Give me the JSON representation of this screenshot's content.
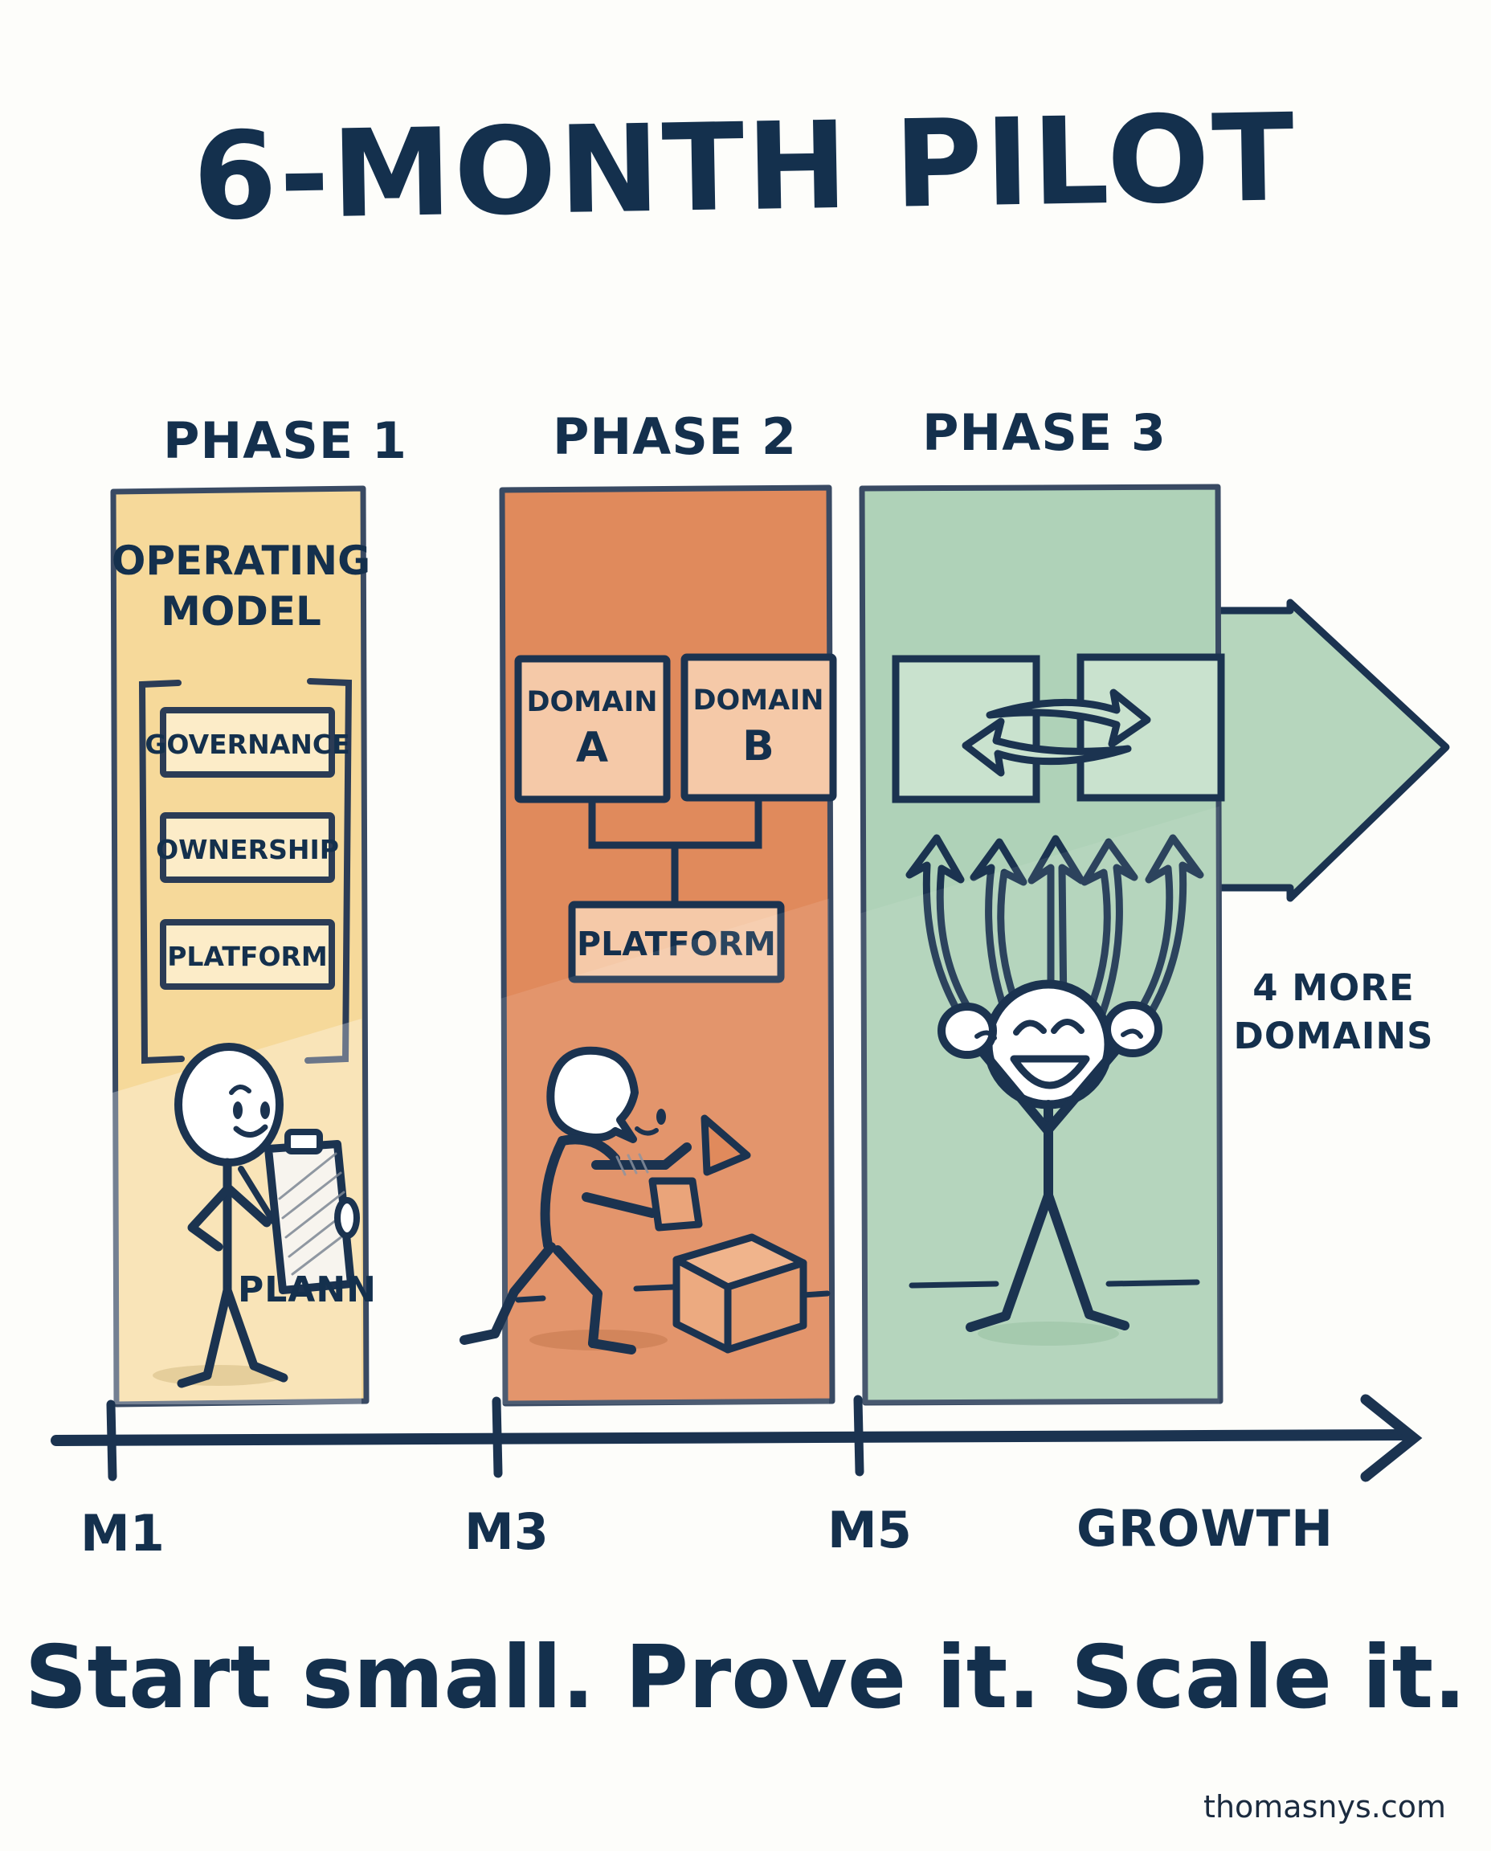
{
  "poster": {
    "title": "6-MONTH PILOT",
    "tagline": "Start small. Prove it. Scale it.",
    "footer": "thomasnys.com",
    "background_color": "#fdfdfa",
    "ink_color": "#14304d"
  },
  "phases": [
    {
      "label": "PHASE 1",
      "heading_line1": "OPERATING",
      "heading_line2": "MODEL",
      "column_color": "#f6d99a",
      "box_fill": "#fcecc8",
      "items": [
        "GOVERNANCE",
        "OWNERSHIP",
        "PLATFORM"
      ],
      "caption": "PLANN",
      "figure": "planner-stick-figure-with-clipboard"
    },
    {
      "label": "PHASE 2",
      "column_color": "#e08a5c",
      "box_fill": "#f5c9a8",
      "domains": [
        "DOMAIN",
        "DOMAIN"
      ],
      "domain_letters": [
        "A",
        "B"
      ],
      "platform_label": "PLATFORM",
      "figure": "builder-stick-figure-with-box"
    },
    {
      "label": "PHASE 3",
      "column_color": "#afd2b8",
      "box_fill": "#c9e2ce",
      "scale_note_line1": "4 MORE",
      "scale_note_line2": "DOMAINS",
      "figure": "celebrating-stick-figure",
      "arrow_label": "growth-arrow"
    }
  ],
  "timeline": {
    "ticks": [
      "M1",
      "M3",
      "M5"
    ],
    "end_label": "GROWTH"
  }
}
